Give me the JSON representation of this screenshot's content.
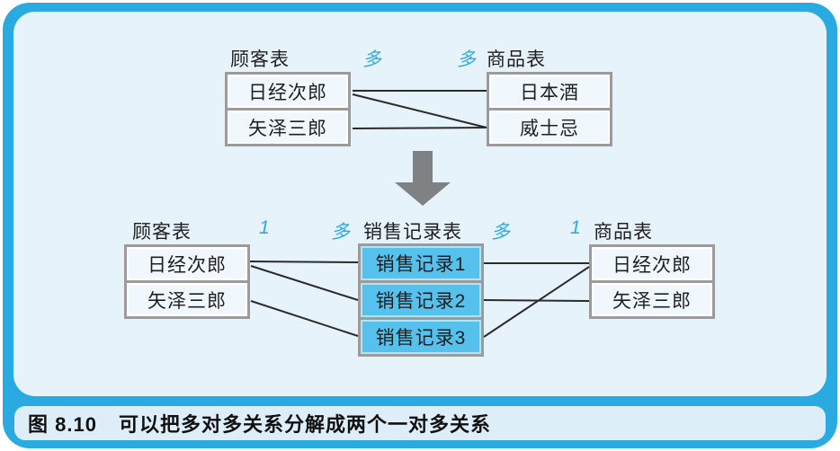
{
  "colors": {
    "frame": "#29abe2",
    "panel": "#e7f3fb",
    "caption_bar": "#ddeef9",
    "table_border": "#9b9b9b",
    "row_fill": "#f1f8fd",
    "highlight_row_fill": "#55c1ec",
    "cardinality_text": "#29abe2",
    "connector_line": "#2b2b2b",
    "arrow": "#7f8285",
    "text": "#1f1f1f"
  },
  "top_diagram": {
    "customer_table": {
      "title": "顾客表",
      "rows": [
        "日经次郎",
        "矢泽三郎"
      ]
    },
    "product_table": {
      "title": "商品表",
      "rows": [
        "日本酒",
        "威士忌"
      ]
    },
    "left_cardinality": "多",
    "right_cardinality": "多"
  },
  "bottom_diagram": {
    "customer_table": {
      "title": "顾客表",
      "rows": [
        "日经次郎",
        "矢泽三郎"
      ]
    },
    "sales_table": {
      "title": "销售记录表",
      "rows": [
        "销售记录1",
        "销售记录2",
        "销售记录3"
      ]
    },
    "product_table": {
      "title": "商品表",
      "rows": [
        "日经次郎",
        "矢泽三郎"
      ]
    },
    "cardinality_customer_one": "1",
    "cardinality_sales_left_many": "多",
    "cardinality_sales_right_many": "多",
    "cardinality_product_one": "1"
  },
  "caption": {
    "figure_label": "图 8.10",
    "title": "可以把多对多关系分解成两个一对多关系"
  },
  "icons": {
    "down_arrow": "down-block-arrow"
  }
}
